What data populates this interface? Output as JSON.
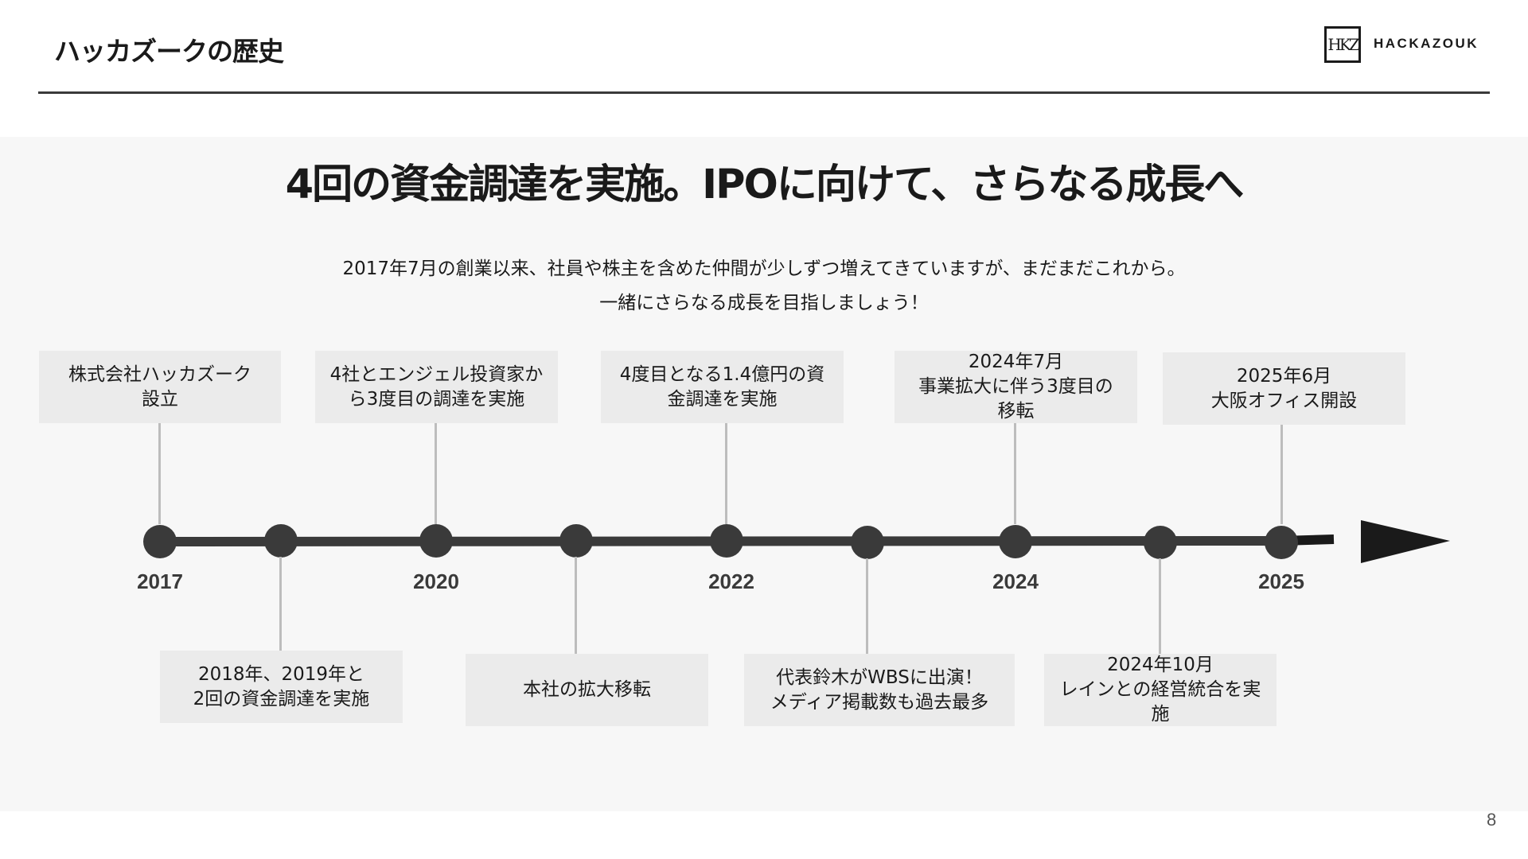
{
  "header": {
    "title": "ハッカズークの歴史",
    "logo_mark": "HKZ",
    "logo_text": "HACKAZOUK"
  },
  "headline": "4回の資金調達を実施。IPOに向けて、さらなる成長へ",
  "intro": {
    "line1": "2017年7月の創業以来、社員や株主を含めた仲間が少しずつ増えてきていますが、まだまだこれから。",
    "line2": "一緒にさらなる成長を目指しましょう！"
  },
  "timeline": {
    "years": [
      "2017",
      "2020",
      "2022",
      "2024",
      "2025"
    ],
    "events_top": [
      "株式会社ハッカズーク\n設立",
      "4社とエンジェル投資家か\nら3度目の調達を実施",
      "4度目となる1.4億円の資\n金調達を実施",
      "2024年7月\n事業拡大に伴う3度目の\n移転",
      "2025年6月\n大阪オフィス開設"
    ],
    "events_bottom": [
      "2018年、2019年と\n2回の資金調達を実施",
      "本社の拡大移転",
      "代表鈴木がWBSに出演！\nメディア掲載数も過去最多",
      "2024年10月\nレインとの経営統合を実\n施"
    ]
  },
  "page_number": "8"
}
